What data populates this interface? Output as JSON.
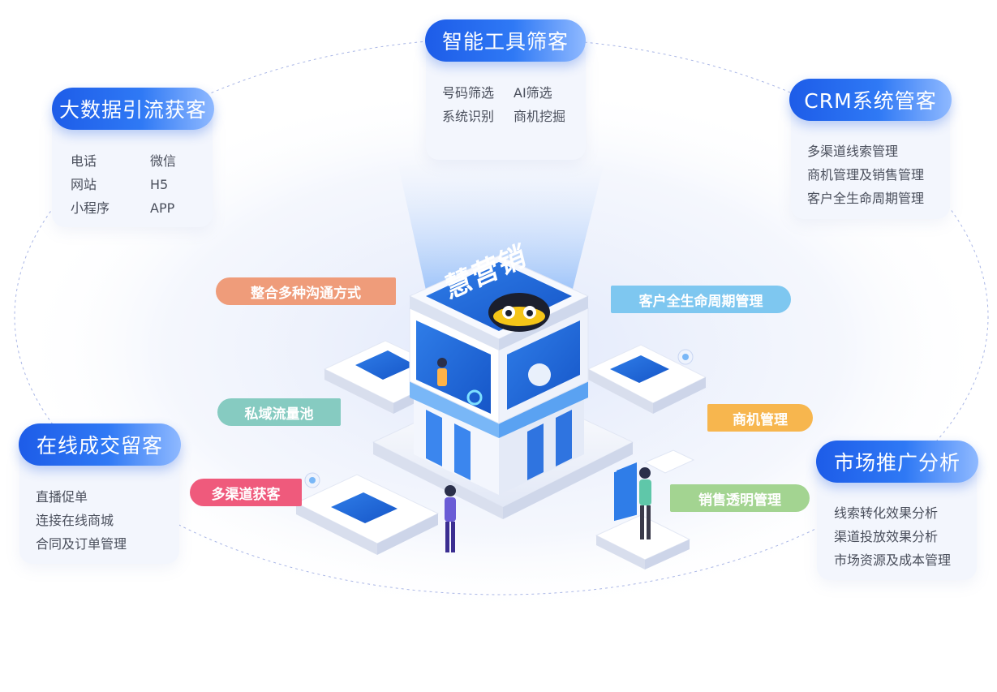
{
  "colors": {
    "pill_blue": "#1d5ce8",
    "card_bg": "#f3f6fd",
    "ellipse_dash": "#a9b6e6",
    "tag_orange": "#ef9c7a",
    "tag_sky": "#7ec7f0",
    "tag_teal": "#86cbc1",
    "tag_amber": "#f7b64e",
    "tag_pink": "#ef5a7c",
    "tag_green": "#a3d491"
  },
  "cards": {
    "bigdata": {
      "title": "大数据引流获客",
      "items": [
        "电话",
        "微信",
        "网站",
        "H5",
        "小程序",
        "APP"
      ]
    },
    "smart": {
      "title": "智能工具筛客",
      "items": [
        "号码筛选",
        "AI筛选",
        "系统识别",
        "商机挖掘"
      ]
    },
    "crm": {
      "title": "CRM系统管客",
      "items": [
        "多渠道线索管理",
        "商机管理及销售管理",
        "客户全生命周期管理"
      ]
    },
    "online": {
      "title": "在线成交留客",
      "items": [
        "直播促单",
        "连接在线商城",
        "合同及订单管理"
      ]
    },
    "market": {
      "title": "市场推广分析",
      "items": [
        "线索转化效果分析",
        "渠道投放效果分析",
        "市场资源及成本管理"
      ]
    }
  },
  "tags": {
    "comm": "整合多种沟通方式",
    "lifecycle": "客户全生命周期管理",
    "private": "私域流量池",
    "biz": "商机管理",
    "multi": "多渠道获客",
    "sales": "销售透明管理"
  },
  "logo_text": "慧营销"
}
